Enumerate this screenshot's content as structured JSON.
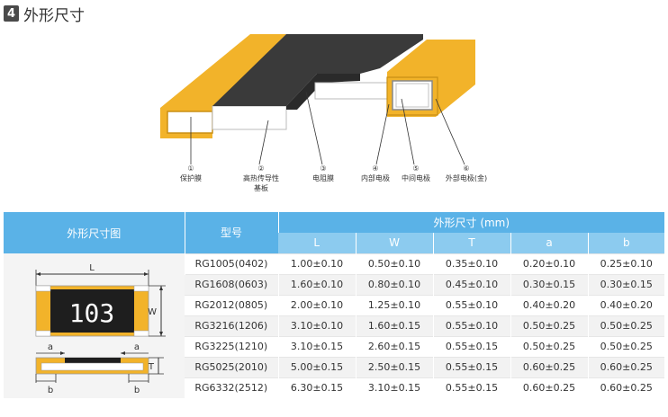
{
  "section": {
    "number": "4",
    "title": "外形尺寸"
  },
  "callouts": [
    {
      "num": "①",
      "label": "保护膜"
    },
    {
      "num": "②",
      "label": "高热传导性\n基板"
    },
    {
      "num": "③",
      "label": "电阻膜"
    },
    {
      "num": "④",
      "label": "内部电极"
    },
    {
      "num": "⑤",
      "label": "中间电极"
    },
    {
      "num": "⑥",
      "label": "外部电极(金)"
    }
  ],
  "table": {
    "header_drawing": "外形尺寸图",
    "header_model": "型号",
    "header_dims": "外形尺寸 (mm)",
    "columns": [
      "L",
      "W",
      "T",
      "a",
      "b"
    ],
    "rows": [
      {
        "model": "RG1005(0402)",
        "L": "1.00±0.10",
        "W": "0.50±0.10",
        "T": "0.35±0.10",
        "a": "0.20±0.10",
        "b": "0.25±0.10"
      },
      {
        "model": "RG1608(0603)",
        "L": "1.60±0.10",
        "W": "0.80±0.10",
        "T": "0.45±0.10",
        "a": "0.30±0.15",
        "b": "0.30±0.15"
      },
      {
        "model": "RG2012(0805)",
        "L": "2.00±0.10",
        "W": "1.25±0.10",
        "T": "0.55±0.10",
        "a": "0.40±0.20",
        "b": "0.40±0.20"
      },
      {
        "model": "RG3216(1206)",
        "L": "3.10±0.10",
        "W": "1.60±0.15",
        "T": "0.55±0.10",
        "a": "0.50±0.25",
        "b": "0.50±0.25"
      },
      {
        "model": "RG3225(1210)",
        "L": "3.10±0.15",
        "W": "2.60±0.15",
        "T": "0.55±0.15",
        "a": "0.50±0.25",
        "b": "0.50±0.25"
      },
      {
        "model": "RG5025(2010)",
        "L": "5.00±0.15",
        "W": "2.50±0.15",
        "T": "0.55±0.15",
        "a": "0.60±0.25",
        "b": "0.60±0.25"
      },
      {
        "model": "RG6332(2512)",
        "L": "6.30±0.15",
        "W": "3.10±0.15",
        "T": "0.55±0.15",
        "a": "0.60±0.25",
        "b": "0.60±0.25"
      }
    ]
  },
  "drawing": {
    "chip_code": "103",
    "dim_L": "L",
    "dim_W": "W",
    "dim_T": "T",
    "dim_a": "a",
    "dim_b": "b"
  }
}
